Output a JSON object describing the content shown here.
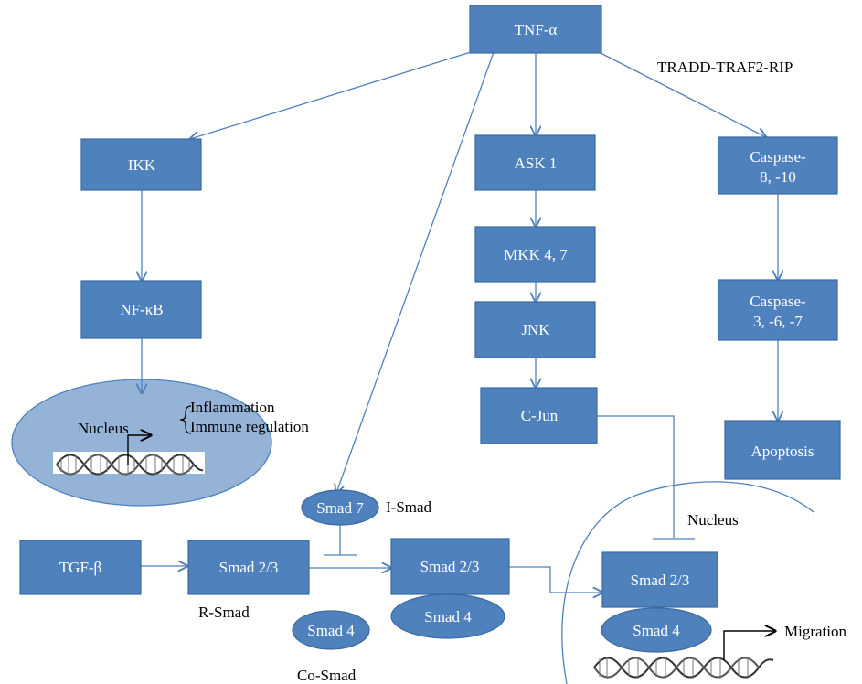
{
  "nodes": {
    "tnf": "TNF-α",
    "ikk": "IKK",
    "nfkb": "NF-κB",
    "ask1": "ASK 1",
    "mkk": "MKK 4, 7",
    "jnk": "JNK",
    "cjun": "C-Jun",
    "caspase8_line1": "Caspase-",
    "caspase8_line2": "8, -10",
    "caspase3_line1": "Caspase-",
    "caspase3_line2": "3, -6, -7",
    "apoptosis": "Apoptosis",
    "tgfb": "TGF-β",
    "smad23_a": "Smad 2/3",
    "smad23_b": "Smad 2/3",
    "smad23_c": "Smad 2/3",
    "smad7": "Smad 7",
    "smad4_a": "Smad 4",
    "smad4_b": "Smad 4",
    "smad4_c": "Smad 4",
    "nucleus_left": "Nucleus"
  },
  "labels": {
    "tradd": "TRADD-TRAF2-RIP",
    "inflammation": "Inflammation",
    "immune": "Immune regulation",
    "i_smad": "I-Smad",
    "r_smad": "R-Smad",
    "co_smad": "Co-Smad",
    "nucleus_right": "Nucleus",
    "migration": "Migration"
  },
  "colors": {
    "node_fill": "#4f81bd",
    "nucleus_fill": "#95b3d7",
    "connector": "#4f81bd"
  }
}
